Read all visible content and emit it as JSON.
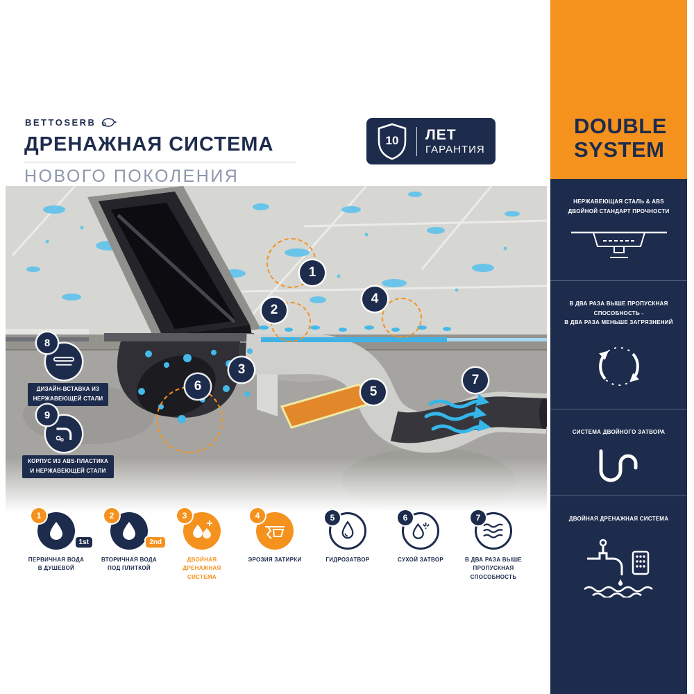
{
  "brand": {
    "name": "BETTOSERB"
  },
  "header": {
    "title_line1": "ДРЕНАЖНАЯ СИСТЕМА",
    "title_line2": "НОВОГО ПОКОЛЕНИЯ",
    "warranty": {
      "years": "10",
      "line1": "ЛЕТ",
      "line2": "ГАРАНТИЯ"
    }
  },
  "diagram": {
    "callouts": [
      {
        "n": "1"
      },
      {
        "n": "2"
      },
      {
        "n": "3"
      },
      {
        "n": "4"
      },
      {
        "n": "5"
      },
      {
        "n": "6"
      },
      {
        "n": "7"
      },
      {
        "n": "8",
        "label": "ДИЗАЙН-ВСТАВКА ИЗ\nНЕРЖАВЕЮЩЕЙ СТАЛИ"
      },
      {
        "n": "9",
        "label": "КОРПУС ИЗ ABS-ПЛАСТИКА\nИ НЕРЖАВЕЮЩЕЙ СТАЛИ"
      }
    ]
  },
  "legend": {
    "items": [
      {
        "n": "1",
        "badge": "1st",
        "label": "ПЕРВИЧНАЯ ВОДА\nВ ДУШЕВОЙ"
      },
      {
        "n": "2",
        "badge": "2nd",
        "label": "ВТОРИЧНАЯ ВОДА\nПОД ПЛИТКОЙ"
      },
      {
        "n": "3",
        "label": "ДВОЙНАЯ\nДРЕНАЖНАЯ\nСИСТЕМА"
      },
      {
        "n": "4",
        "label": "ЭРОЗИЯ ЗАТИРКИ"
      },
      {
        "n": "5",
        "label": "ГИДРОЗАТВОР"
      },
      {
        "n": "6",
        "label": "СУХОЙ ЗАТВОР"
      },
      {
        "n": "7",
        "label": "В ДВА РАЗА ВЫШЕ\nПРОПУСКНАЯ\nСПОСОБНОСТЬ"
      }
    ]
  },
  "sidebar": {
    "title_line1": "DOUBLE",
    "title_line2": "SYSTEM",
    "features": [
      {
        "caption": "НЕРЖАВЕЮЩАЯ СТАЛЬ & ABS\nДВОЙНОЙ СТАНДАРТ ПРОЧНОСТИ",
        "icon": "drain-profile-icon"
      },
      {
        "caption": "В ДВА РАЗА ВЫШЕ ПРОПУСКНАЯ СПОСОБНОСТЬ -\nВ ДВА РАЗА МЕНЬШЕ ЗАГРЯЗНЕНИЙ",
        "icon": "recycle-arrows-icon"
      },
      {
        "caption": "СИСТЕМА ДВОЙНОГО ЗАТВОРА",
        "icon": "siphon-trap-icon"
      },
      {
        "caption": "ДВОЙНАЯ ДРЕНАЖНАЯ СИСТЕМА",
        "icon": "faucet-waves-icon"
      }
    ]
  },
  "colors": {
    "navy": "#1d2b4c",
    "orange": "#f5921e",
    "water": "#3db6e8"
  }
}
